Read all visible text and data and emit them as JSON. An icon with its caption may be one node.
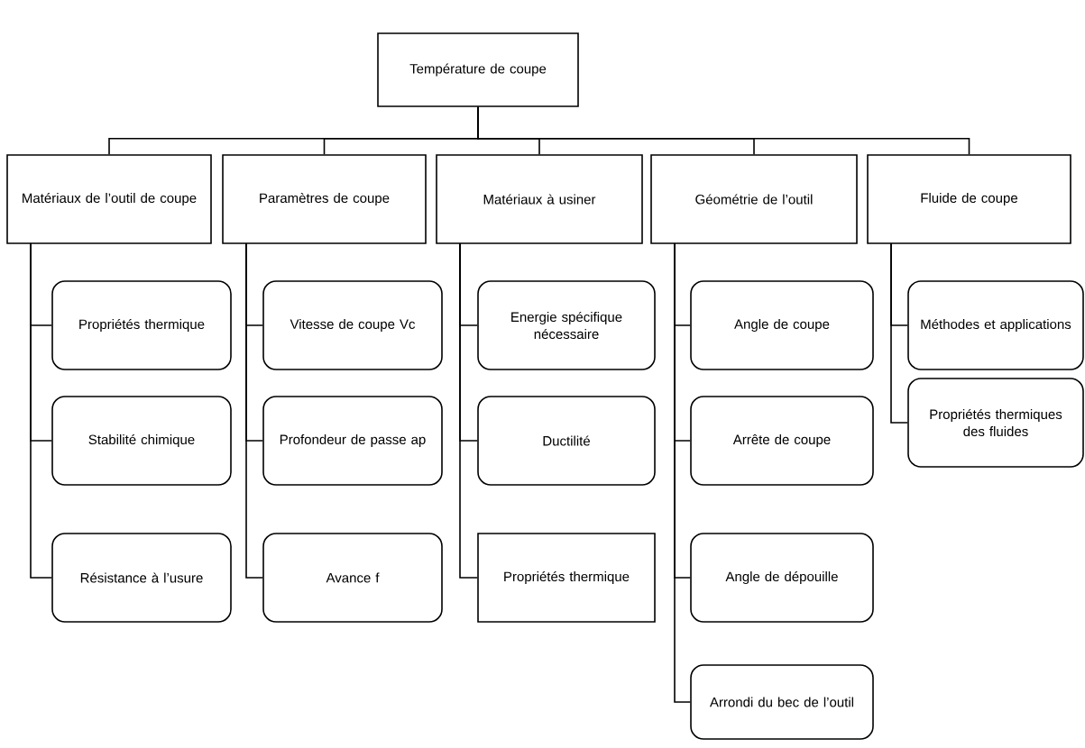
{
  "diagram": {
    "nodes": [
      {
        "text": [
          "Température de coupe"
        ]
      },
      {
        "text": [
          "Matériaux de l’outil de coupe"
        ]
      },
      {
        "text": [
          "Propriétés thermique"
        ]
      },
      {
        "text": [
          "Stabilité chimique"
        ]
      },
      {
        "text": [
          "Résistance à l’usure"
        ]
      },
      {
        "text": [
          "Paramètres de coupe"
        ]
      },
      {
        "text": [
          "Vitesse de coupe Vc"
        ]
      },
      {
        "text": [
          "Profondeur de passe ap"
        ]
      },
      {
        "text": [
          "Avance f"
        ]
      },
      {
        "text": [
          "Matériaux à usiner"
        ]
      },
      {
        "text": [
          "Energie spécifique nécessaire"
        ]
      },
      {
        "text": [
          "Ductilité"
        ]
      },
      {
        "text": [
          "Propriétés thermique"
        ]
      },
      {
        "text": [
          "Géométrie de l’outil"
        ]
      },
      {
        "text": [
          "Angle de coupe"
        ]
      },
      {
        "text": [
          "Arrête de coupe"
        ]
      },
      {
        "text": [
          "Angle de dépouille"
        ]
      },
      {
        "text": [
          "Arrondi du bec de l’outil"
        ]
      },
      {
        "text": [
          "Fluide de coupe"
        ]
      },
      {
        "text": [
          "Méthodes et applications"
        ]
      },
      {
        "text": [
          "Propriétés thermiques des fluides"
        ]
      }
    ],
    "edges": [
      {
        "from": 0,
        "to": 1,
        "arrow": "none"
      },
      {
        "from": 0,
        "to": 5,
        "arrow": "none"
      },
      {
        "from": 0,
        "to": 9,
        "arrow": "none"
      },
      {
        "from": 0,
        "to": 13,
        "arrow": "none"
      },
      {
        "from": 0,
        "to": 18,
        "arrow": "none"
      },
      {
        "from": 1,
        "to": 2,
        "arrow": "none"
      },
      {
        "from": 1,
        "to": 3,
        "arrow": "none"
      },
      {
        "from": 1,
        "to": 4,
        "arrow": "none"
      },
      {
        "from": 5,
        "to": 6,
        "arrow": "none"
      },
      {
        "from": 5,
        "to": 7,
        "arrow": "none"
      },
      {
        "from": 5,
        "to": 8,
        "arrow": "none"
      },
      {
        "from": 9,
        "to": 10,
        "arrow": "none"
      },
      {
        "from": 9,
        "to": 11,
        "arrow": "none"
      },
      {
        "from": 9,
        "to": 12,
        "arrow": "none"
      },
      {
        "from": 13,
        "to": 14,
        "arrow": "none"
      },
      {
        "from": 13,
        "to": 15,
        "arrow": "none"
      },
      {
        "from": 13,
        "to": 16,
        "arrow": "none"
      },
      {
        "from": 13,
        "to": 17,
        "arrow": "none"
      },
      {
        "from": 18,
        "to": 19,
        "arrow": "none"
      },
      {
        "from": 18,
        "to": 20,
        "arrow": "none"
      }
    ]
  }
}
